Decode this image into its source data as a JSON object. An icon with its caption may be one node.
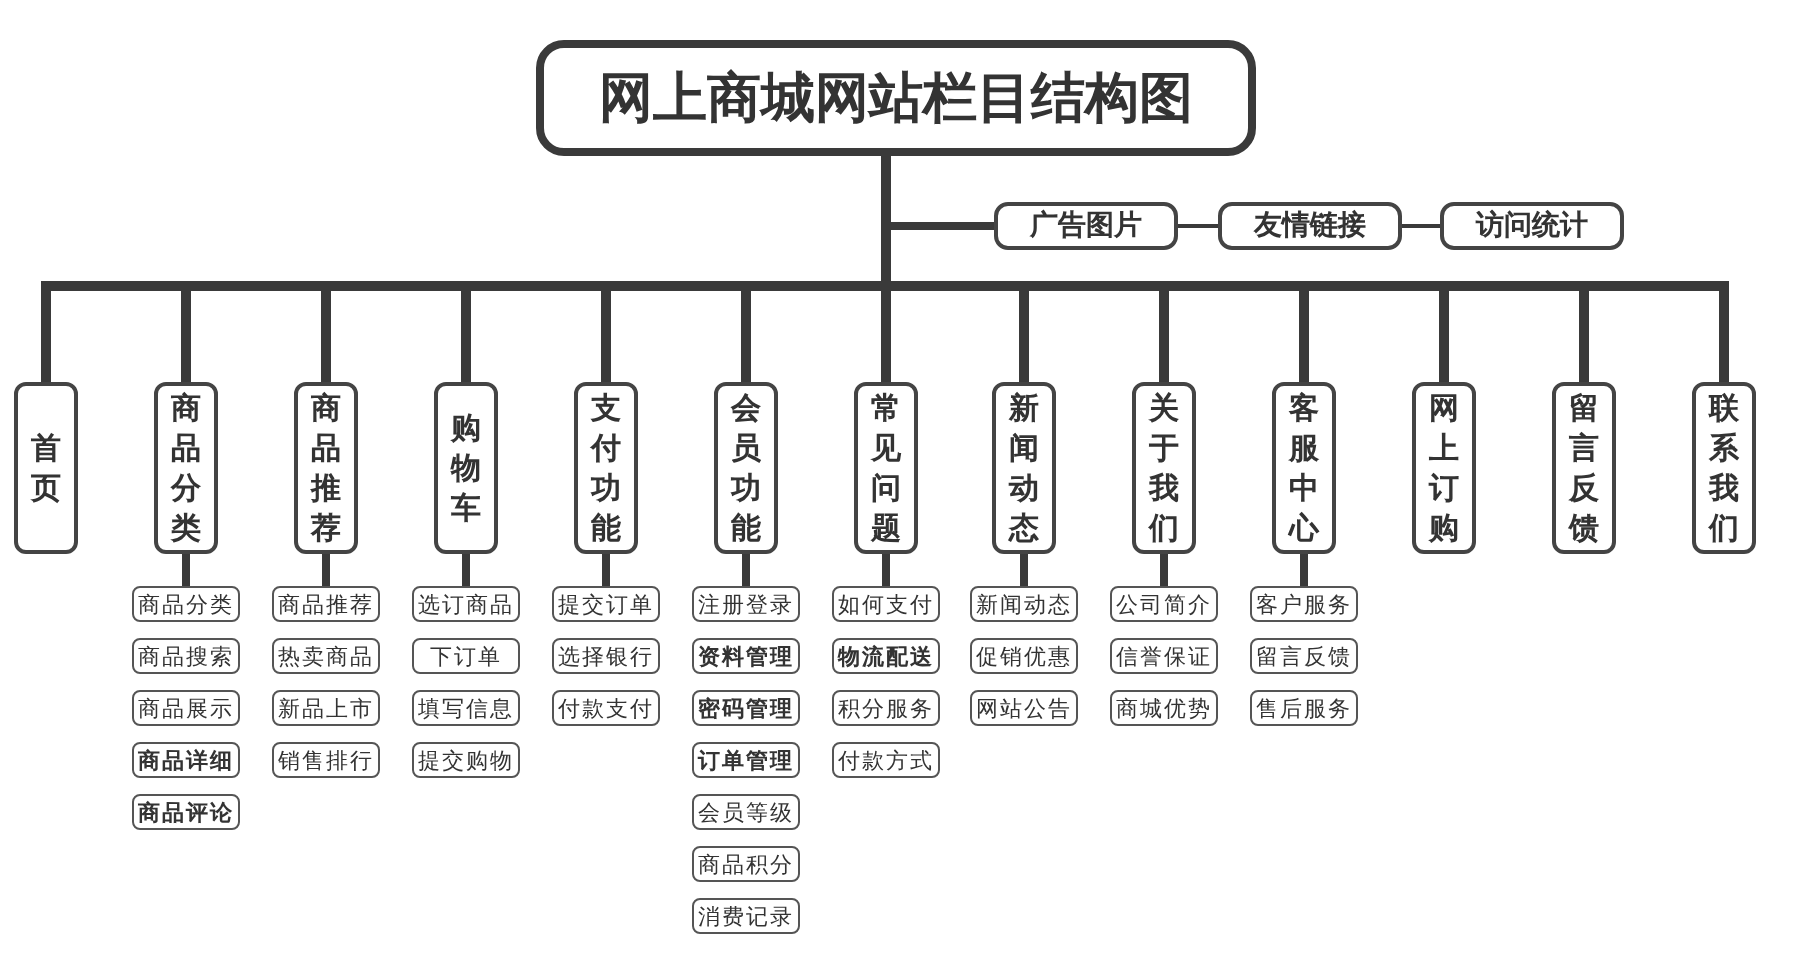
{
  "diagram": {
    "nodes": [
      {
        "text": [
          "网上商城网站栏目结构图"
        ]
      },
      {
        "text": [
          "广告图片"
        ]
      },
      {
        "text": [
          "友情链接"
        ]
      },
      {
        "text": [
          "访问统计"
        ]
      },
      {
        "text": [
          "首页"
        ]
      },
      {
        "text": [
          "商品分类"
        ]
      },
      {
        "text": [
          "商品推荐"
        ]
      },
      {
        "text": [
          "购物车"
        ]
      },
      {
        "text": [
          "支付功能"
        ]
      },
      {
        "text": [
          "会员功能"
        ]
      },
      {
        "text": [
          "常见问题"
        ]
      },
      {
        "text": [
          "新闻动态"
        ]
      },
      {
        "text": [
          "关于我们"
        ]
      },
      {
        "text": [
          "客服中心"
        ]
      },
      {
        "text": [
          "网上订购"
        ]
      },
      {
        "text": [
          "留言反馈"
        ]
      },
      {
        "text": [
          "联系我们"
        ]
      },
      {
        "text": [
          "商品分类"
        ]
      },
      {
        "text": [
          "商品搜索"
        ]
      },
      {
        "text": [
          "商品展示"
        ]
      },
      {
        "text": [
          "商品详细"
        ]
      },
      {
        "text": [
          "商品评论"
        ]
      },
      {
        "text": [
          "商品推荐"
        ]
      },
      {
        "text": [
          "热卖商品"
        ]
      },
      {
        "text": [
          "新品上市"
        ]
      },
      {
        "text": [
          "销售排行"
        ]
      },
      {
        "text": [
          "选订商品"
        ]
      },
      {
        "text": [
          "下订单"
        ]
      },
      {
        "text": [
          "填写信息"
        ]
      },
      {
        "text": [
          "提交购物"
        ]
      },
      {
        "text": [
          "提交订单"
        ]
      },
      {
        "text": [
          "选择银行"
        ]
      },
      {
        "text": [
          "付款支付"
        ]
      },
      {
        "text": [
          "注册登录"
        ]
      },
      {
        "text": [
          "资料管理"
        ]
      },
      {
        "text": [
          "密码管理"
        ]
      },
      {
        "text": [
          "订单管理"
        ]
      },
      {
        "text": [
          "会员等级"
        ]
      },
      {
        "text": [
          "商品积分"
        ]
      },
      {
        "text": [
          "消费记录"
        ]
      },
      {
        "text": [
          "如何支付"
        ]
      },
      {
        "text": [
          "物流配送"
        ]
      },
      {
        "text": [
          "积分服务"
        ]
      },
      {
        "text": [
          "付款方式"
        ]
      },
      {
        "text": [
          "新闻动态"
        ]
      },
      {
        "text": [
          "促销优惠"
        ]
      },
      {
        "text": [
          "网站公告"
        ]
      },
      {
        "text": [
          "公司简介"
        ]
      },
      {
        "text": [
          "信誉保证"
        ]
      },
      {
        "text": [
          "商城优势"
        ]
      },
      {
        "text": [
          "客户服务"
        ]
      },
      {
        "text": [
          "留言反馈"
        ]
      },
      {
        "text": [
          "售后服务"
        ]
      }
    ],
    "edges": [
      {
        "from": 0,
        "to": 1,
        "arrow": "none"
      },
      {
        "from": 1,
        "to": 2,
        "arrow": "none"
      },
      {
        "from": 2,
        "to": 3,
        "arrow": "none"
      },
      {
        "from": 0,
        "to": 4,
        "arrow": "none"
      },
      {
        "from": 0,
        "to": 5,
        "arrow": "none"
      },
      {
        "from": 0,
        "to": 6,
        "arrow": "none"
      },
      {
        "from": 0,
        "to": 7,
        "arrow": "none"
      },
      {
        "from": 0,
        "to": 8,
        "arrow": "none"
      },
      {
        "from": 0,
        "to": 9,
        "arrow": "none"
      },
      {
        "from": 0,
        "to": 10,
        "arrow": "none"
      },
      {
        "from": 0,
        "to": 11,
        "arrow": "none"
      },
      {
        "from": 0,
        "to": 12,
        "arrow": "none"
      },
      {
        "from": 0,
        "to": 13,
        "arrow": "none"
      },
      {
        "from": 0,
        "to": 14,
        "arrow": "none"
      },
      {
        "from": 0,
        "to": 15,
        "arrow": "none"
      },
      {
        "from": 0,
        "to": 16,
        "arrow": "none"
      },
      {
        "from": 5,
        "to": 17,
        "arrow": "none"
      },
      {
        "from": 6,
        "to": 22,
        "arrow": "none"
      },
      {
        "from": 7,
        "to": 26,
        "arrow": "none"
      },
      {
        "from": 8,
        "to": 30,
        "arrow": "none"
      },
      {
        "from": 9,
        "to": 33,
        "arrow": "none"
      },
      {
        "from": 10,
        "to": 40,
        "arrow": "none"
      },
      {
        "from": 11,
        "to": 44,
        "arrow": "none"
      },
      {
        "from": 12,
        "to": 47,
        "arrow": "none"
      },
      {
        "from": 13,
        "to": 50,
        "arrow": "none"
      }
    ]
  }
}
